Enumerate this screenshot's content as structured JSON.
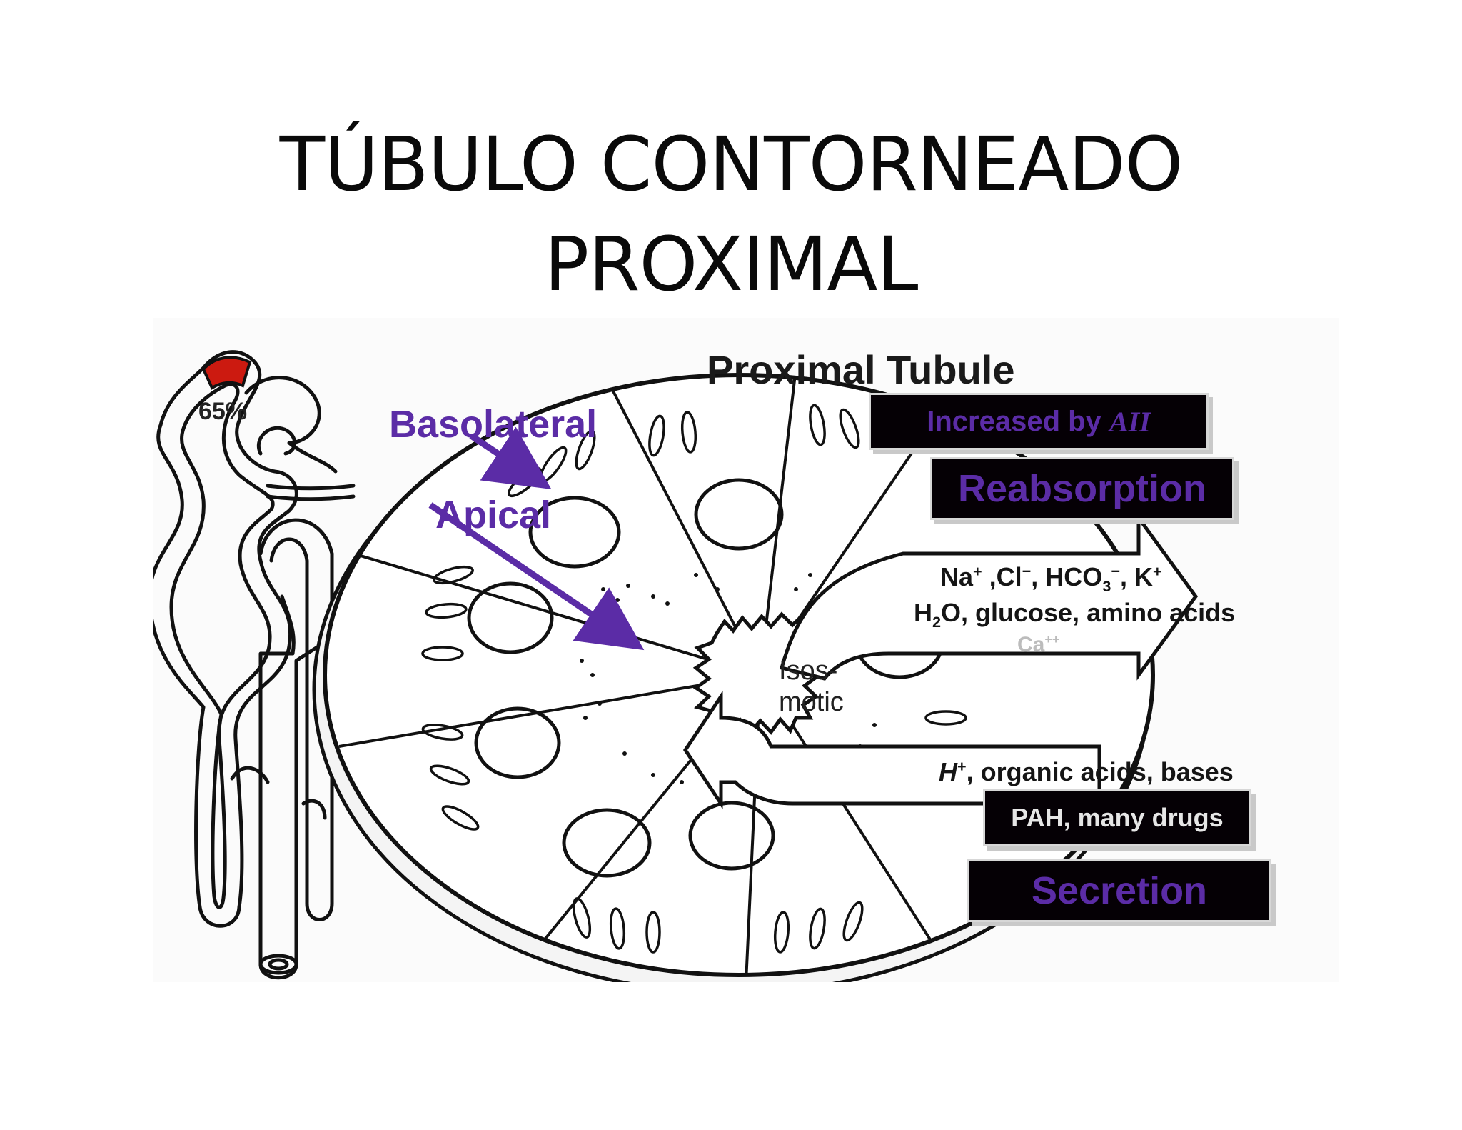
{
  "title": {
    "line1": "TÚBULO CONTORNEADO",
    "line2": "PROXIMAL"
  },
  "figure": {
    "heading": "Proximal Tubule",
    "nephron_percent": "65%",
    "labels": {
      "basolateral": "Basolateral",
      "apical": "Apical",
      "lumen_line1": "Isos-",
      "lumen_line2": "motic"
    },
    "boxes": {
      "increased_prefix": "Increased by ",
      "increased_hormone": "AII",
      "reabsorption": "Reabsorption",
      "pah": "PAH, many drugs",
      "secretion": "Secretion"
    },
    "reabsorbed": {
      "line1_na": "Na",
      "line1_na_sup": "+",
      "line1_cl": " ,Cl",
      "line1_cl_sup": "−",
      "line1_hco": ", HCO",
      "line1_hco_sub": "3",
      "line1_hco_sup": "−",
      "line1_k": ", K",
      "line1_k_sup": "+",
      "line2_h": "H",
      "line2_h_sub": "2",
      "line2_rest": "O, glucose, amino acids",
      "ca": "Ca",
      "ca_sup": "++"
    },
    "secreted": {
      "h": "H",
      "h_sup": "+",
      "rest": ", organic acids, bases"
    }
  },
  "colors": {
    "accent_purple": "#5b2ca6",
    "highlight_red": "#cc1a10",
    "box_fill": "#050005"
  }
}
